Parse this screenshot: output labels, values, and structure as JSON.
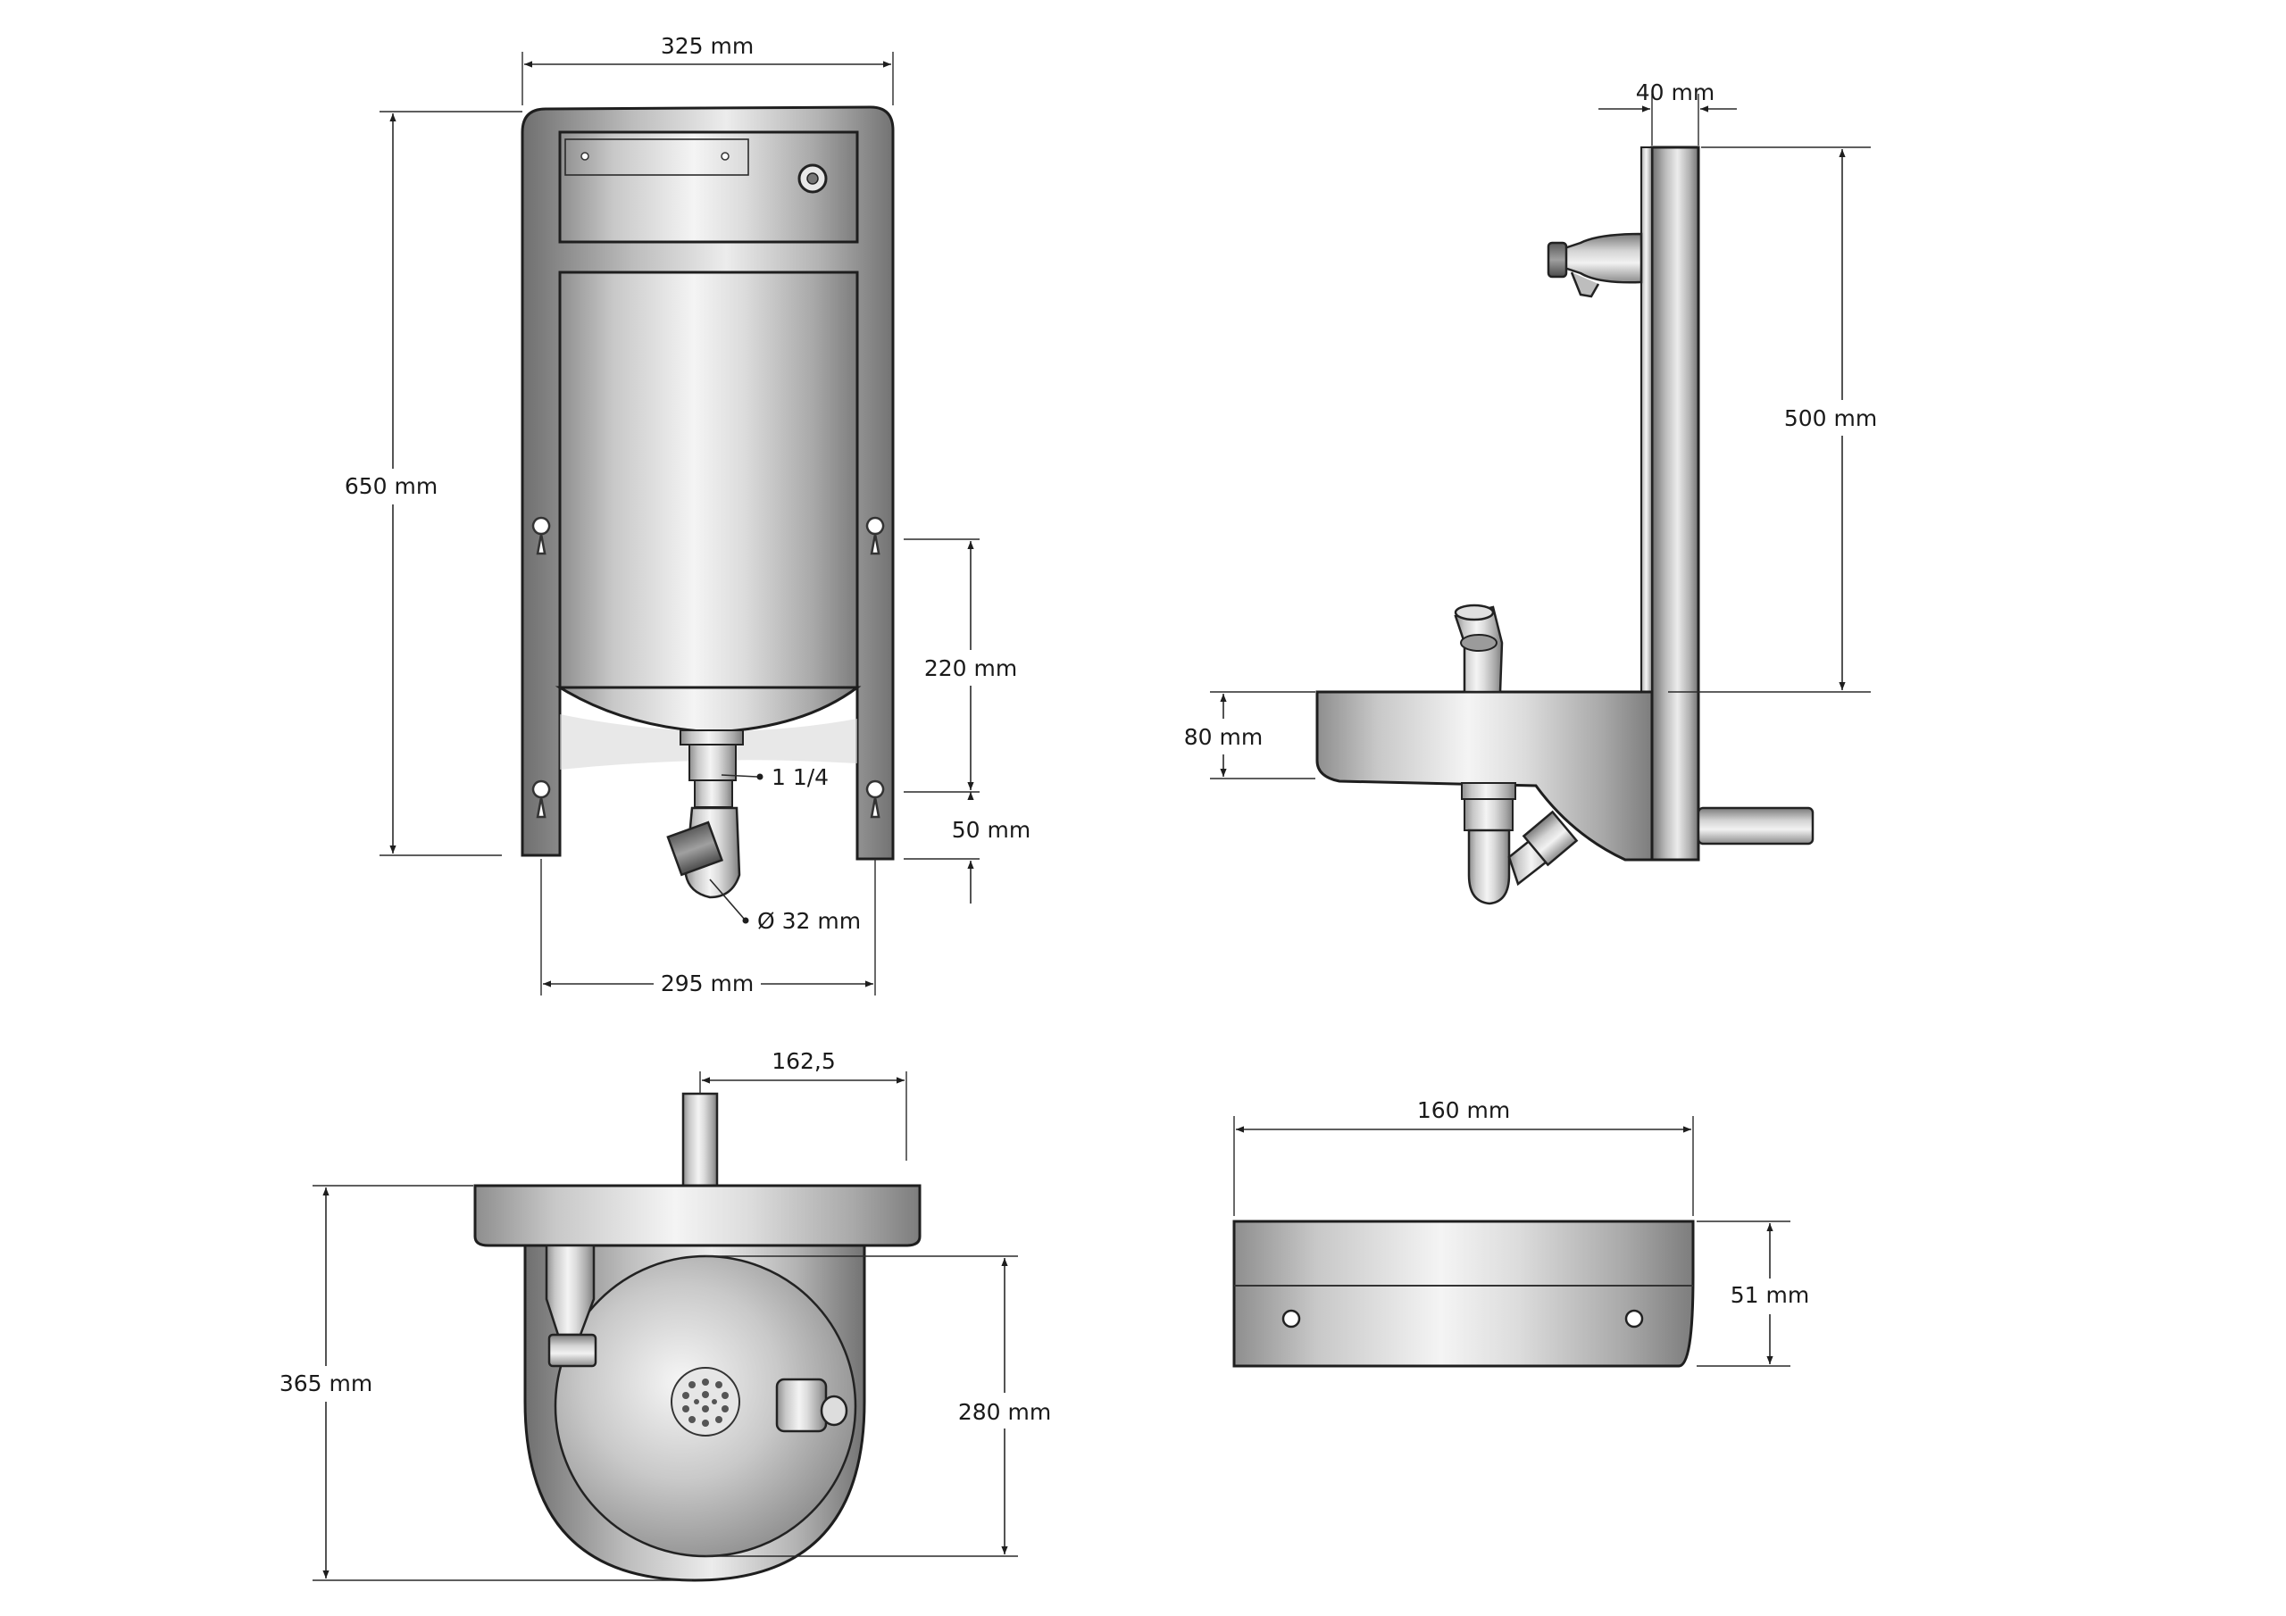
{
  "dimensions": {
    "front_width_top": "325 mm",
    "front_height": "650 mm",
    "front_220": "220 mm",
    "front_50": "50 mm",
    "thread": "1 1/4",
    "pipe_diameter": "Ø 32 mm",
    "front_width_bottom": "295 mm",
    "side_40": "40 mm",
    "side_500": "500 mm",
    "side_80": "80 mm",
    "top_162": "162,5",
    "top_365": "365 mm",
    "top_280": "280 mm",
    "detail_160": "160 mm",
    "detail_51": "51 mm"
  }
}
